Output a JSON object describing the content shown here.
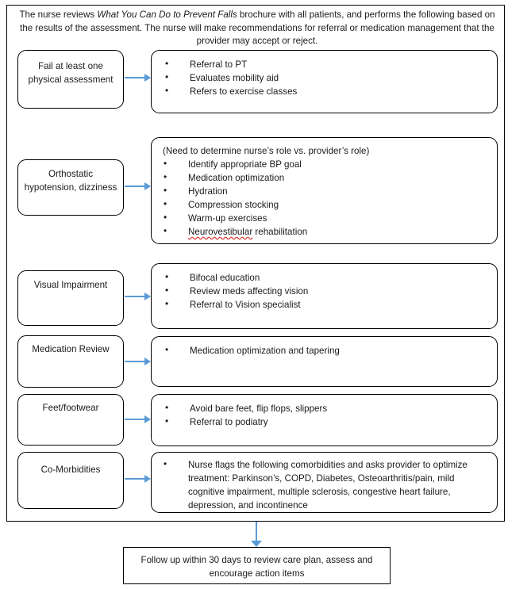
{
  "header": {
    "text_part1": "The nurse reviews ",
    "brochure_title": "What You Can Do to Prevent Falls",
    "text_part2": " brochure with all patients, and performs the following based on the results of the assessment. The nurse will make recommendations for referral or medication management that the provider may accept or reject."
  },
  "colors": {
    "arrow": "#5B9BD5",
    "border": "#000000",
    "text": "#1a1a1a",
    "spellcheck": "#e03030"
  },
  "rows": [
    {
      "trigger": "Fail at least one physical assessment",
      "lead": "",
      "items": [
        "Referral to PT",
        "Evaluates mobility aid",
        "Refers to exercise classes"
      ]
    },
    {
      "trigger": "Orthostatic hypotension, dizziness",
      "lead": "(Need to determine nurse’s role vs. provider’s role)",
      "items": [
        "Identify appropriate BP goal",
        "Medication optimization",
        "Hydration",
        "Compression stocking",
        "Warm-up exercises",
        "Neurovestibular rehabilitation"
      ],
      "misspelled_word": "Neurovestibular",
      "misspelled_rest": " rehabilitation"
    },
    {
      "trigger": "Visual Impairment",
      "lead": "",
      "items": [
        "Bifocal education",
        "Review meds affecting vision",
        "Referral to Vision specialist"
      ]
    },
    {
      "trigger": "Medication Review",
      "lead": "",
      "items": [
        "Medication optimization and tapering"
      ]
    },
    {
      "trigger": "Feet/footwear",
      "lead": "",
      "items": [
        "Avoid bare feet, flip flops, slippers",
        "Referral to podiatry"
      ]
    },
    {
      "trigger": "Co-Morbidities",
      "lead": "",
      "items": [
        "Nurse flags the following comorbidities and asks provider to optimize treatment: Parkinson’s, COPD, Diabetes, Osteoarthritis/pain, mild cognitive impairment, multiple sclerosis, congestive heart failure, depression, and incontinence"
      ]
    }
  ],
  "footer": {
    "text": "Follow up within 30 days to review care plan, assess and encourage action items"
  }
}
